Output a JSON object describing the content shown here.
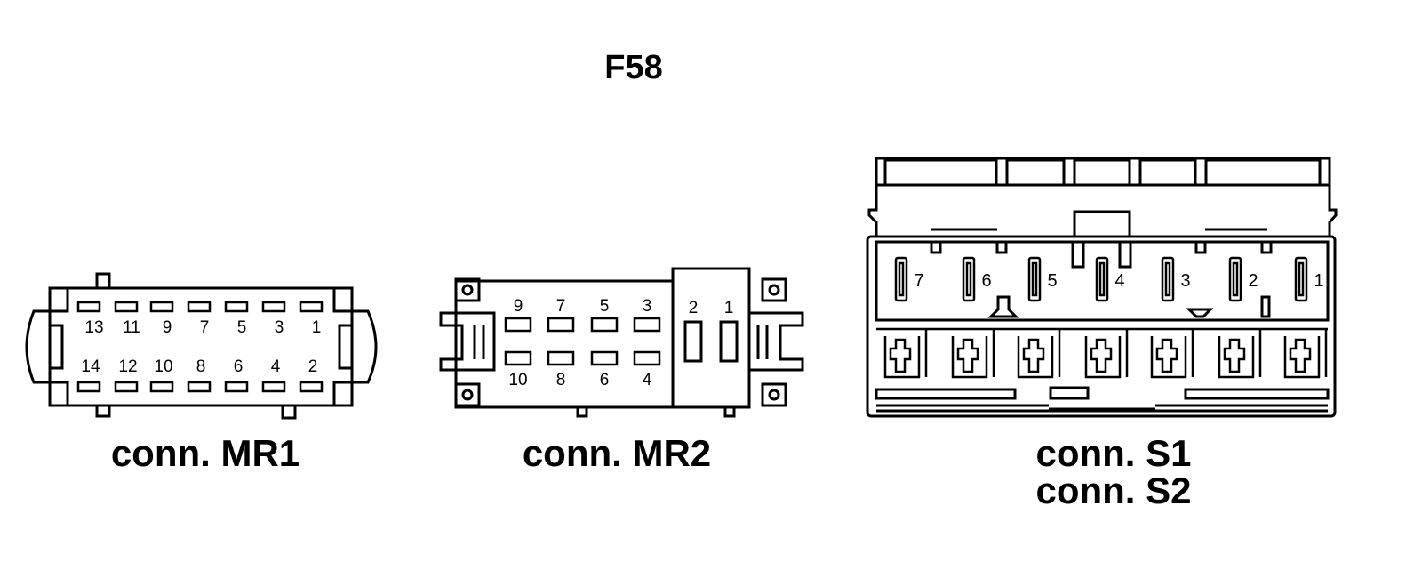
{
  "diagram": {
    "title": "F58",
    "connectors": [
      {
        "id": "mr1",
        "label": "conn. MR1",
        "pins_top": [
          "13",
          "11",
          "9",
          "7",
          "5",
          "3",
          "1"
        ],
        "pins_bottom": [
          "14",
          "12",
          "10",
          "8",
          "6",
          "4",
          "2"
        ]
      },
      {
        "id": "mr2",
        "label": "conn. MR2",
        "pins_top": [
          "9",
          "7",
          "5",
          "3"
        ],
        "pins_bottom": [
          "10",
          "8",
          "6",
          "4"
        ],
        "pins_side": [
          "2",
          "1"
        ]
      },
      {
        "id": "s1s2",
        "label_lines": [
          "conn. S1",
          "conn. S2"
        ],
        "pins": [
          "7",
          "6",
          "5",
          "4",
          "3",
          "2",
          "1"
        ]
      }
    ]
  },
  "colors": {
    "line": "#000000",
    "background": "#ffffff"
  }
}
